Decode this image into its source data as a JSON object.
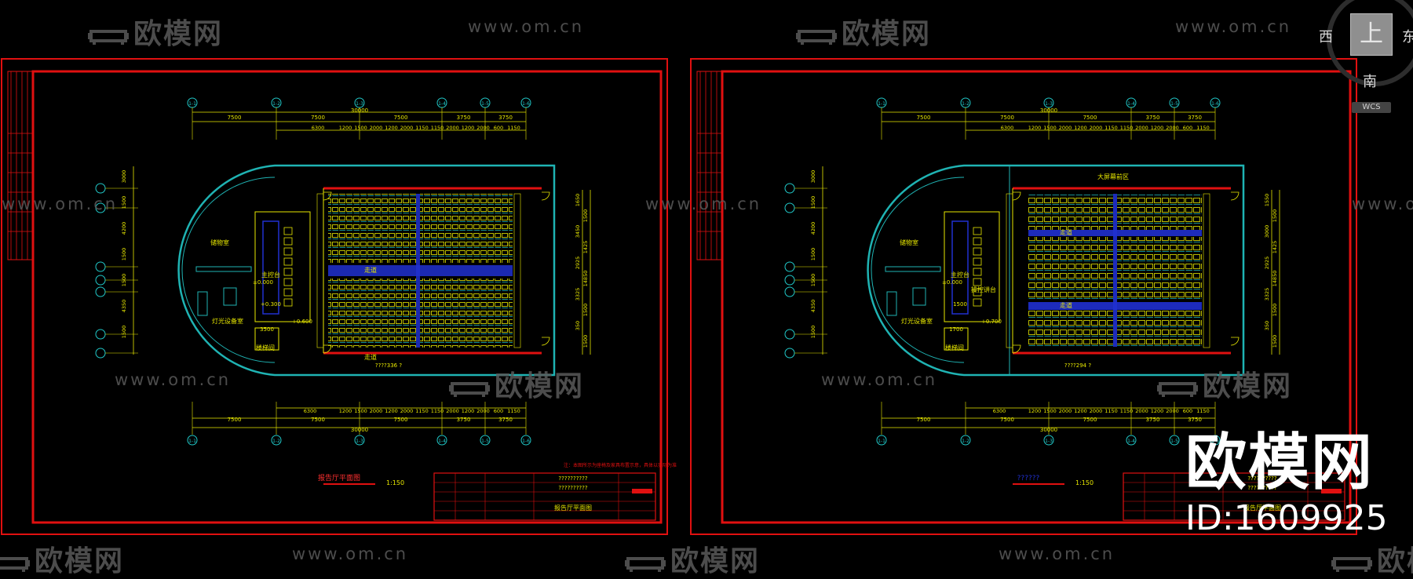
{
  "watermarks": {
    "brand": "欧模网",
    "url": "www.om.cn"
  },
  "brand_overlay": {
    "name": "欧模网",
    "id_text": "ID:1609925"
  },
  "compass": {
    "west": "西",
    "east": "东",
    "south": "南",
    "top_face": "上",
    "wcs": "WCS"
  },
  "colors": {
    "background": "#000000",
    "frame_red": "#e01010",
    "dimension_yellow": "#e8e800",
    "wall_cyan": "#1fb3b3",
    "seat_blue": "#2030d0",
    "axis_cyan": "#20c8c8"
  },
  "drawings": [
    {
      "id": "left",
      "axis_labels_top": [
        "1-1",
        "1-2",
        "1-3",
        "1-4",
        "1-5",
        "1-6"
      ],
      "top_dim_row1": [
        "7500",
        "7500",
        "7500",
        "3750",
        "3750"
      ],
      "top_dim_total": "30000",
      "top_dim_row2": [
        "6300",
        "1200",
        "1500",
        "2000",
        "1200",
        "2000",
        "1150",
        "1150",
        "2000",
        "1200",
        "2000",
        "600",
        "1150"
      ],
      "left_dims": [
        "3000",
        "1500",
        "4200",
        "1500",
        "1500",
        "4350",
        "1500"
      ],
      "right_dims": [
        "1650",
        "1500",
        "3450",
        "1425",
        "2925",
        "14850",
        "3325",
        "1500",
        "350",
        "1500"
      ],
      "room_labels": [
        "储物室",
        "主控台",
        "灯光设备室",
        "楼梯间",
        "走道",
        "走道"
      ],
      "elevations": [
        "±0.000",
        "+0.600",
        "+0.300",
        "3500"
      ],
      "seat_count": "????336 ?",
      "bottom_dim_row1": [
        "6300",
        "1200",
        "1500",
        "2000",
        "1200",
        "2000",
        "1150",
        "1150",
        "2000",
        "1200",
        "2000",
        "600",
        "1150"
      ],
      "bottom_dim_row2": [
        "7500",
        "7500",
        "7500",
        "3750",
        "3750"
      ],
      "bottom_dim_total": "30000",
      "axis_labels_bottom": [
        "1-1",
        "1-2",
        "1-3",
        "1-4",
        "1-5",
        "1-6"
      ],
      "plan_title": "报告厅平面图",
      "scale": "1:150",
      "notes": "注：本图所示为座椅及家具布置示意，具体以实际为准",
      "title_block_name": "报告厅平面图",
      "title_block_code": "??????????"
    },
    {
      "id": "right",
      "axis_labels_top": [
        "1-1",
        "1-2",
        "1-3",
        "1-4",
        "1-5",
        "1-6"
      ],
      "top_dim_row1": [
        "7500",
        "7500",
        "7500",
        "3750",
        "3750"
      ],
      "top_dim_total": "30000",
      "top_dim_row2": [
        "6300",
        "1200",
        "1500",
        "2000",
        "1200",
        "2000",
        "1150",
        "1150",
        "2000",
        "1200",
        "2000",
        "600",
        "1150"
      ],
      "left_dims": [
        "3000",
        "1500",
        "4200",
        "1500",
        "1500",
        "4350",
        "1500"
      ],
      "right_dims": [
        "1550",
        "1500",
        "3000",
        "1425",
        "2925",
        "14850",
        "3325",
        "1500",
        "350",
        "1500"
      ],
      "room_labels": [
        "储物室",
        "主控台",
        "灯光设备室",
        "楼梯间",
        "走道",
        "走道",
        "大屏幕前区",
        "操控讲台"
      ],
      "elevations": [
        "±0.000",
        "+0.700",
        "1500",
        "1700"
      ],
      "seat_count": "????294 ?",
      "bottom_dim_row1": [
        "6300",
        "1200",
        "1500",
        "2000",
        "1200",
        "2000",
        "1150",
        "1150",
        "2000",
        "1200",
        "2000",
        "600",
        "1150"
      ],
      "bottom_dim_row2": [
        "7500",
        "7500",
        "7500",
        "3750",
        "3750"
      ],
      "bottom_dim_total": "30000",
      "axis_labels_bottom": [
        "1-1",
        "1-2",
        "1-3",
        "1-4",
        "1-5",
        "1-6"
      ],
      "plan_title": "??????",
      "scale": "1:150",
      "title_block_name": "报告厅平面图",
      "title_block_code": "??????????"
    }
  ]
}
